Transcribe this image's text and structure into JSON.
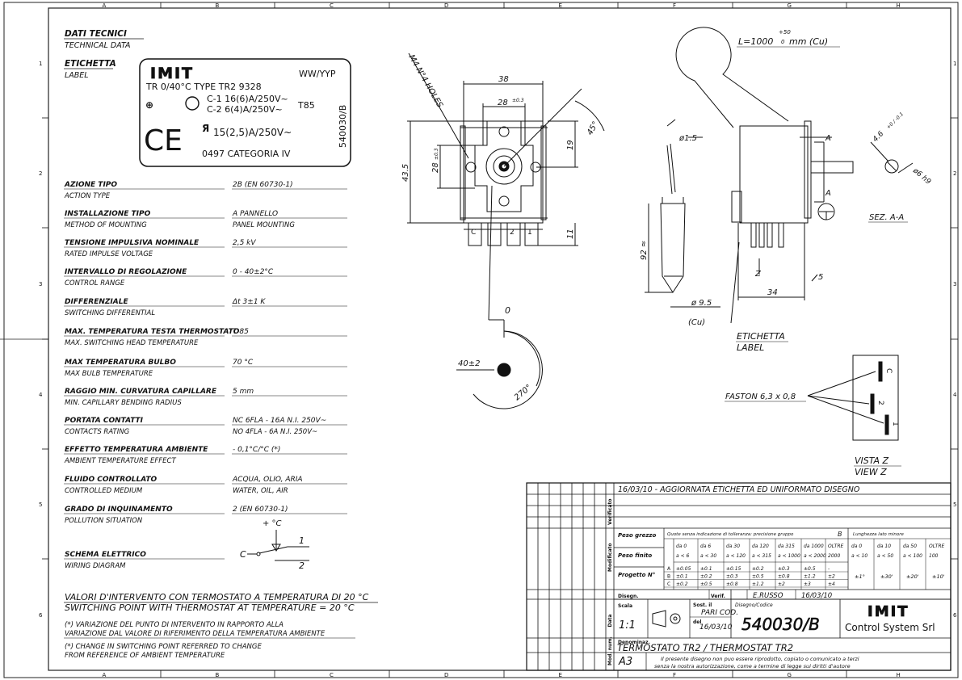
{
  "grid": {
    "cols": [
      "A",
      "B",
      "C",
      "D",
      "E",
      "F",
      "G",
      "H"
    ],
    "rows": [
      "1",
      "2",
      "3",
      "4",
      "5",
      "6"
    ]
  },
  "header": {
    "title_it": "DATI TECNICI",
    "title_en": "TECHNICAL DATA",
    "label_it": "ETICHETTA",
    "label_en": "LABEL"
  },
  "label_box": {
    "brand": "IMIT",
    "date_code": "WW/YYP",
    "line1": "TR 0/40°C TYPE TR2 9328",
    "c1": "C-1 16(6)A/250V~",
    "c2": "C-2 6(4)A/250V~",
    "t85": "T85",
    "ul": "15(2,5)A/250V~",
    "cat": "0497 CATEGORIA IV",
    "code": "540030/B"
  },
  "specs": [
    {
      "it": "AZIONE TIPO",
      "en": "ACTION TYPE",
      "val": "2B (EN 60730-1)"
    },
    {
      "it": "INSTALLAZIONE TIPO",
      "en": "METHOD OF MOUNTING",
      "val": "A PANNELLO",
      "val2": "PANEL MOUNTING"
    },
    {
      "it": "TENSIONE IMPULSIVA NOMINALE",
      "en": "RATED IMPULSE VOLTAGE",
      "val": "2,5 kV"
    },
    {
      "it": "INTERVALLO DI REGOLAZIONE",
      "en": "CONTROL RANGE",
      "val": "0 - 40±2°C"
    },
    {
      "it": "DIFFERENZIALE",
      "en": "SWITCHING DIFFERENTIAL",
      "val": "Δt 3±1 K"
    },
    {
      "it": "MAX. TEMPERATURA TESTA THERMOSTATO",
      "en": "MAX. SWITCHING HEAD TEMPERATURE",
      "val": "T 85"
    },
    {
      "it": "MAX TEMPERATURA BULBO",
      "en": "MAX BULB TEMPERATURE",
      "val": "70 °C"
    },
    {
      "it": "RAGGIO MIN. CURVATURA CAPILLARE",
      "en": "MIN. CAPILLARY BENDING RADIUS",
      "val": "5 mm"
    },
    {
      "it": "PORTATA CONTATTI",
      "en": "CONTACTS RATING",
      "val": "NC 6FLA - 16A N.I. 250V~",
      "val2": "NO 4FLA - 6A N.I. 250V~"
    },
    {
      "it": "EFFETTO TEMPERATURA AMBIENTE",
      "en": "AMBIENT TEMPERATURE EFFECT",
      "val": "- 0,1°C/°C (*)"
    },
    {
      "it": "FLUIDO CONTROLLATO",
      "en": "CONTROLLED MEDIUM",
      "val": "ACQUA, OLIO, ARIA",
      "val2": "WATER, OIL, AIR"
    },
    {
      "it": "GRADO DI INQUINAMENTO",
      "en": "POLLUTION SITUATION",
      "val": "2 (EN 60730-1)"
    },
    {
      "it": "SCHEMA ELETTRICO",
      "en": "WIRING DIAGRAM",
      "val": ""
    }
  ],
  "wiring": {
    "plus_t": "+ °C",
    "c": "C",
    "n1": "1",
    "n2": "2"
  },
  "notes": {
    "title_it": "VALORI D'INTERVENTO CON TERMOSTATO A TEMPERATURA DI 20 °C",
    "title_en": "SWITCHING POINT WITH THERMOSTAT AT TEMPERATURE = 20 °C",
    "n1a": "(*) VARIAZIONE DEL PUNTO DI INTERVENTO IN RAPPORTO ALLA",
    "n1b": "VARIAZIONE DAL VALORE DI RIFERIMENTO DELLA TEMPERATURA AMBIENTE",
    "n2a": "(*) CHANGE IN SWITCHING POINT REFERRED TO CHANGE",
    "n2b": "FROM REFERENCE OF AMBIENT TEMPERATURE"
  },
  "front_view": {
    "holes": "M4 N°4 HOLES",
    "d38": "38",
    "d28": "28",
    "d28tol": "±0.3",
    "d19": "19",
    "a45": "45°",
    "d43": "43.5",
    "d28v": "28",
    "d28vtol": "±0.3",
    "d11": "11",
    "t_c": "C",
    "t_1": "1",
    "t_2": "2",
    "zero": "0",
    "knob": "40±2",
    "rot": "270°"
  },
  "side_view": {
    "length": "L=1000",
    "length_tol": "+50",
    "length_tol2": "0",
    "length_unit": "mm (Cu)",
    "d15": "ø1.5",
    "d92": "92 ≈",
    "d95": "ø 9.5",
    "cu": "(Cu)",
    "d34": "34",
    "d5": "5",
    "z": "Z",
    "a": "A",
    "etichetta": "ETICHETTA",
    "label": "LABEL",
    "sez": "SEZ. A-A",
    "d46": "4.6",
    "d46tol": "+0 / -0.1",
    "d6": "ø6 h9"
  },
  "vista_z": {
    "faston": "FASTON 6,3 x 0,8",
    "title_it": "VISTA Z",
    "title_en": "VIEW Z",
    "t_c": "C",
    "t_2": "2",
    "t_1": "1"
  },
  "title_block": {
    "revision": "16/03/10 - AGGIORNATA ETICHETTA ED UNIFORMATO DISEGNO",
    "verificato": "Verificato",
    "modificato": "Modificato",
    "peso_grezzo": "Peso grezzo",
    "peso_finito": "Peso finito",
    "progetto": "Progetto N°",
    "quote_note": "Quote senza indicazione di tolleranza: precisione gruppo",
    "gruppo": "B",
    "lunghezza": "Lunghezza lato minore",
    "tol_head": [
      "da 0",
      "da 6",
      "da 30",
      "da 120",
      "da 315",
      "da 1000",
      "OLTRE"
    ],
    "tol_head2": [
      "a < 6",
      "a < 30",
      "a < 120",
      "a < 315",
      "a < 1000",
      "a < 2000",
      "2000"
    ],
    "tol_rows": [
      {
        "g": "A",
        "v": [
          "±0.05",
          "±0.1",
          "±0.15",
          "±0.2",
          "±0.3",
          "±0.5",
          "-"
        ]
      },
      {
        "g": "B",
        "v": [
          "±0.1",
          "±0.2",
          "±0.3",
          "±0.5",
          "±0.8",
          "±1.2",
          "±2"
        ]
      },
      {
        "g": "C",
        "v": [
          "±0.2",
          "±0.5",
          "±0.8",
          "±1.2",
          "±2",
          "±3",
          "±4"
        ]
      }
    ],
    "ang_head": [
      "da 0",
      "da 10",
      "da 50",
      "OLTRE"
    ],
    "ang_head2": [
      "a < 10",
      "a < 50",
      "a < 100",
      "100"
    ],
    "ang_vals": [
      "±1°",
      "±30'",
      "±20'",
      "±10'"
    ],
    "disegn": "Disegn.",
    "verif": "Verif.",
    "verif_name": "E.RUSSO",
    "verif_date": "16/03/10",
    "scala": "Scala",
    "scale": "1:1",
    "sost": "Sost. il",
    "pari": "PARI COD.",
    "del": "del",
    "del_date": "16/03/10",
    "disegno_codice": "Disegno/Codice",
    "code": "540030/B",
    "brand": "IMIT",
    "company": "Control System Srl",
    "denominaz": "Denominaz.",
    "name": "TERMOSTATO TR2 / THERMOSTAT TR2",
    "format": "A3",
    "copyright1": "Il presente disegno non puo essere riprodotto, copiato o comunicato a terzi",
    "copyright2": "senza la nostra autorizzazione, come a termine di legge sui diritti d'autore",
    "data": "Data",
    "mod": "Mod.",
    "num": "num."
  }
}
